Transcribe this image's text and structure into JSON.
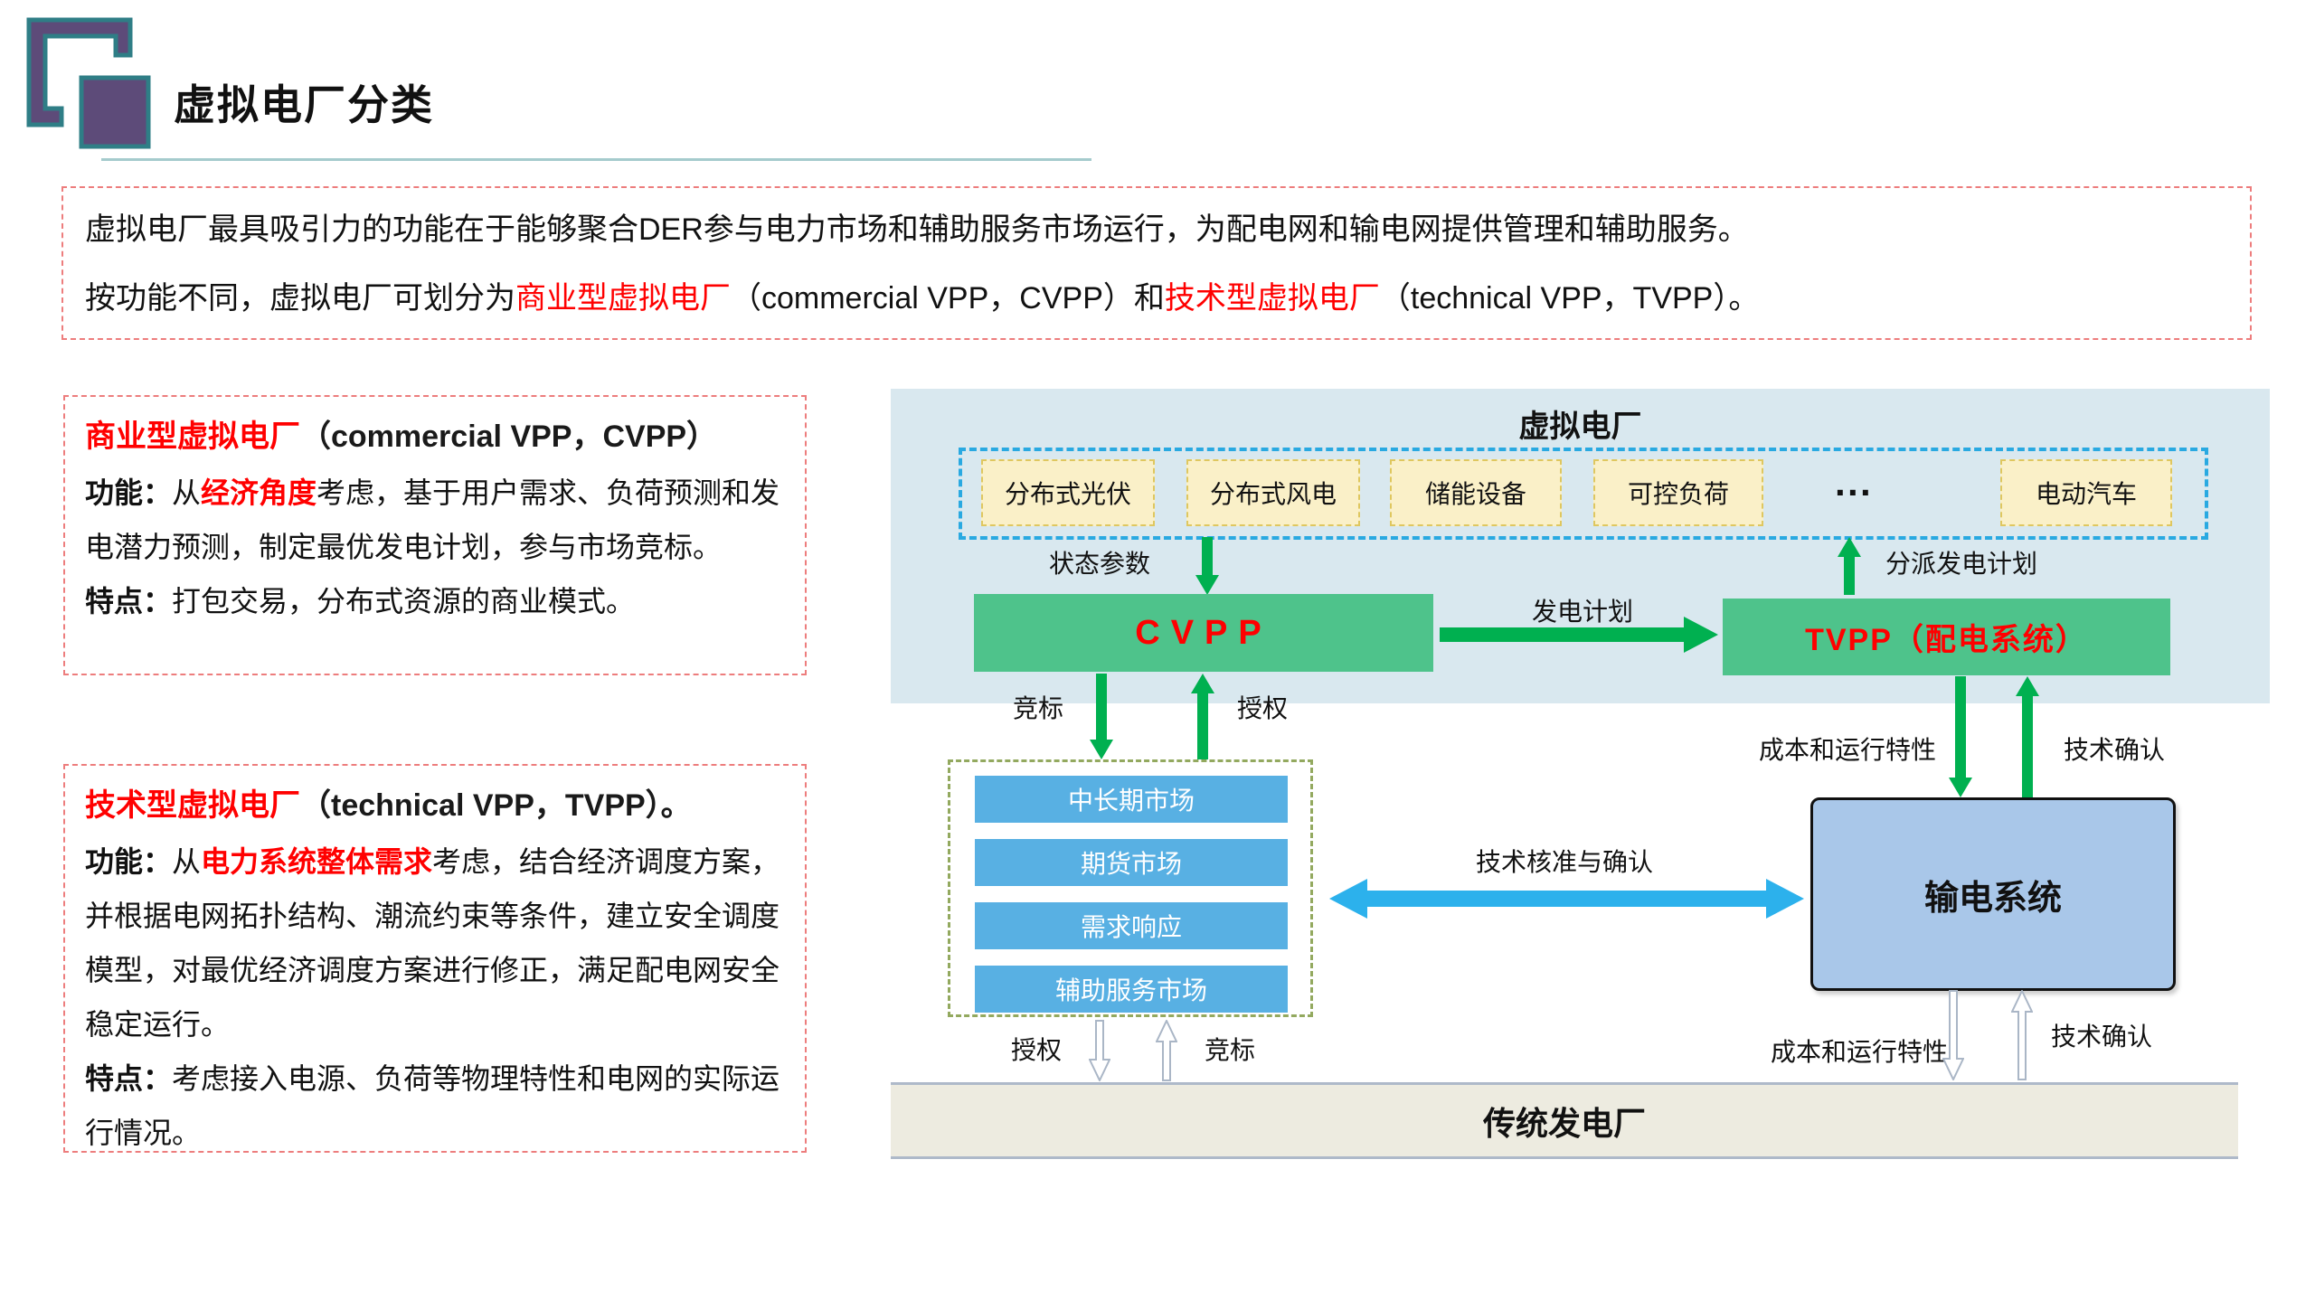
{
  "page": {
    "title": "虚拟电厂分类"
  },
  "intro": {
    "line1": "虚拟电厂最具吸引力的功能在于能够聚合DER参与电力市场和辅助服务市场运行，为配电网和输电网提供管理和辅助服务。",
    "line2_prefix": "按功能不同，虚拟电厂可划分为",
    "line2_red1": "商业型虚拟电厂",
    "line2_mid": "（commercial VPP，CVPP）和",
    "line2_red2": "技术型虚拟电厂",
    "line2_suffix": "（technical VPP，TVPP）。"
  },
  "cvpp_card": {
    "title_red": "商业型虚拟电厂",
    "title_rest": "（commercial VPP，CVPP）",
    "func_label": "功能：",
    "func_pre": "从",
    "func_red": "经济角度",
    "func_rest": "考虑，基于用户需求、负荷预测和发电潜力预测，制定最优发电计划，参与市场竞标。",
    "feat_label": "特点：",
    "feat_text": "打包交易，分布式资源的商业模式。"
  },
  "tvpp_card": {
    "title_red": "技术型虚拟电厂",
    "title_rest": "（technical VPP，TVPP）。",
    "func_label": "功能：",
    "func_pre": "从",
    "func_red": "电力系统整体需求",
    "func_rest": "考虑，结合经济调度方案，并根据电网拓扑结构、潮流约束等条件，建立安全调度模型，对最优经济调度方案进行修正，满足配电网安全稳定运行。",
    "feat_label": "特点：",
    "feat_text": "考虑接入电源、负荷等物理特性和电网的实际运行情况。"
  },
  "diagram": {
    "panel_title": "虚拟电厂",
    "der_boxes": [
      "分布式光伏",
      "分布式风电",
      "储能设备",
      "可控负荷",
      "电动汽车"
    ],
    "der_ellipsis": "···",
    "cvpp_box": "CVPP",
    "tvpp_box": "TVPP（配电系统）",
    "markets": [
      "中长期市场",
      "期货市场",
      "需求响应",
      "辅助服务市场"
    ],
    "transmission_box": "输电系统",
    "traditional_plant": "传统发电厂",
    "labels": {
      "status_params": "状态参数",
      "dispatch_plan": "分派发电计划",
      "gen_plan": "发电计划",
      "bid_upper": "竞标",
      "auth_upper": "授权",
      "cost_upper": "成本和运行特性",
      "confirm_upper": "技术确认",
      "tech_check": "技术核准与确认",
      "auth_lower": "授权",
      "bid_lower": "竞标",
      "cost_lower": "成本和运行特性",
      "confirm_lower": "技术确认"
    }
  },
  "colors": {
    "accent_red": "#ff0000",
    "dashed_red": "#ed7d7d",
    "green_box": "#4ec38b",
    "green_arrow": "#00b050",
    "blue_dashed": "#29a9e1",
    "blue_arrow": "#2cb1ec",
    "panel_blue": "#d9e8ef",
    "market_blue": "#58b0e3",
    "transmission_blue": "#a9c7e9",
    "der_yellow": "#faf0c8",
    "logo_purple": "#5d4b79",
    "logo_teal": "#2f7e86"
  }
}
